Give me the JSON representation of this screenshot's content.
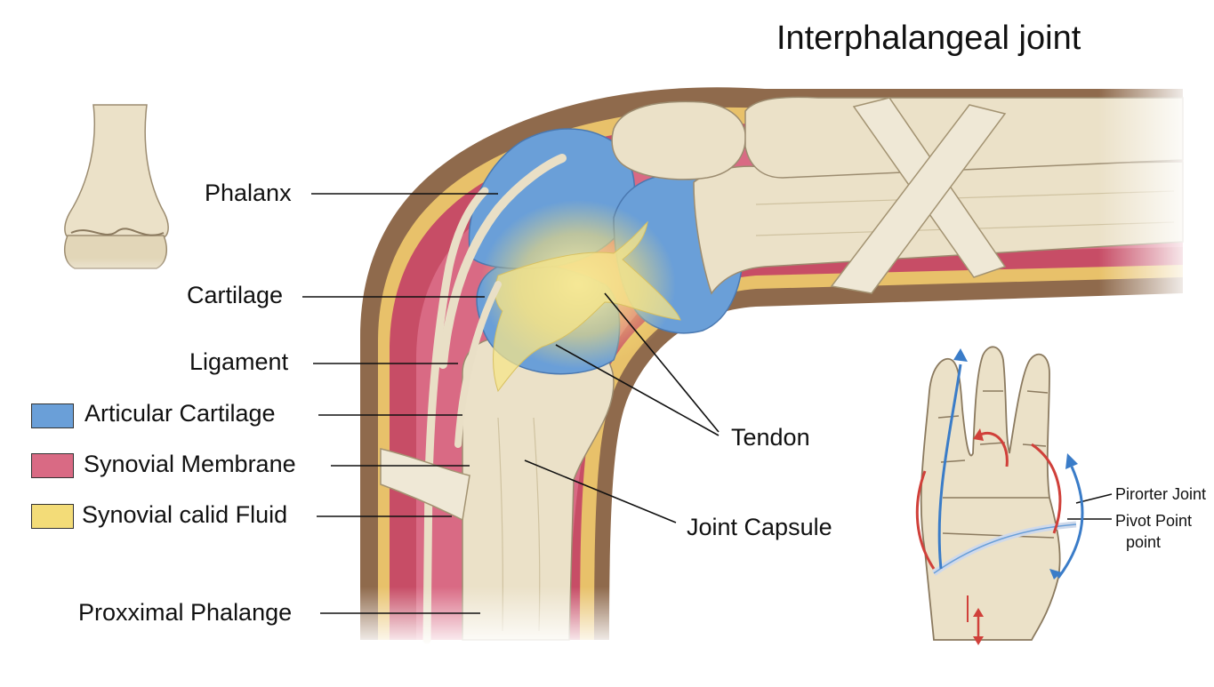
{
  "title": "Interphalangeal joint",
  "labels": {
    "phalanx": "Phalanx",
    "cartilage": "Cartilage",
    "ligament": "Ligament",
    "articular_cartilage": "Articular Cartilage",
    "synovial_membrane": "Synovial Membrane",
    "synovial_fluid": "Synovial calid Fluid",
    "proximal_phalange": "Proxximal Phalange",
    "tendon": "Tendon",
    "joint_capsule": "Joint Capsule"
  },
  "inset": {
    "label_1": "Pirorter Joint",
    "label_2": "Pivot Point",
    "label_3": "point"
  },
  "colors": {
    "cartilage_blue": "#6a9fd8",
    "membrane_red": "#d96a84",
    "fluid_yellow": "#f3dc78",
    "bone": "#ebe1c8",
    "skin_brown": "#8f6a4c",
    "fat_yellow": "#e8c16a"
  },
  "icons": [
    "swatch-blue",
    "swatch-red",
    "swatch-yellow",
    "motion-arrow-icon"
  ]
}
